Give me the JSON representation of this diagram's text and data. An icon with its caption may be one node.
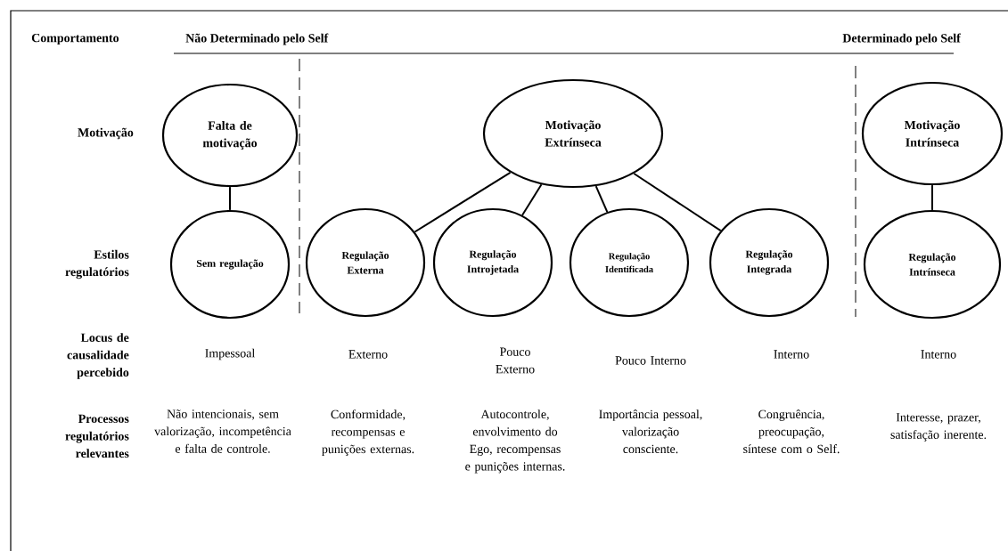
{
  "diagram": {
    "nodes": [
      {
        "text": [
          "Falta de motivação"
        ]
      },
      {
        "text": [
          "Motivação Extrínseca"
        ]
      },
      {
        "text": [
          "Motivação Intrínseca"
        ]
      },
      {
        "text": [
          "Sem regulação"
        ]
      },
      {
        "text": [
          "Regulação Externa"
        ]
      },
      {
        "text": [
          "Regulação Introjetada"
        ]
      },
      {
        "text": [
          "Regulação Identificada"
        ]
      },
      {
        "text": [
          "Regulação Integrada"
        ]
      },
      {
        "text": [
          "Regulação Intrínseca"
        ]
      }
    ],
    "edges": [
      {
        "from": 0,
        "to": 3,
        "arrow": "none"
      },
      {
        "from": 1,
        "to": 4,
        "arrow": "none"
      },
      {
        "from": 1,
        "to": 5,
        "arrow": "none"
      },
      {
        "from": 1,
        "to": 6,
        "arrow": "none"
      },
      {
        "from": 1,
        "to": 7,
        "arrow": "none"
      },
      {
        "from": 2,
        "to": 8,
        "arrow": "none"
      }
    ],
    "labels": [
      "Comportamento",
      "Não Determinado pelo Self",
      "Determinado pelo Self",
      "Motivação",
      "Estilos regulatórios",
      "Locus de causalidade percebido",
      "Impessoal",
      "Externo",
      "Pouco Externo",
      "Pouco Interno",
      "Interno",
      "Interno",
      "Processos regulatórios relevantes",
      "Não intencionais, sem valorização, incompetência e falta de controle.",
      "Conformidade, recompensas e punições externas.",
      "Autocontrole, envolvimento do Ego, recompensas e punições internas.",
      "Importância pessoal, valorização consciente.",
      "Congruência, preocupação, síntese com o Self.",
      "Interesse, prazer, satisfação inerente."
    ]
  }
}
